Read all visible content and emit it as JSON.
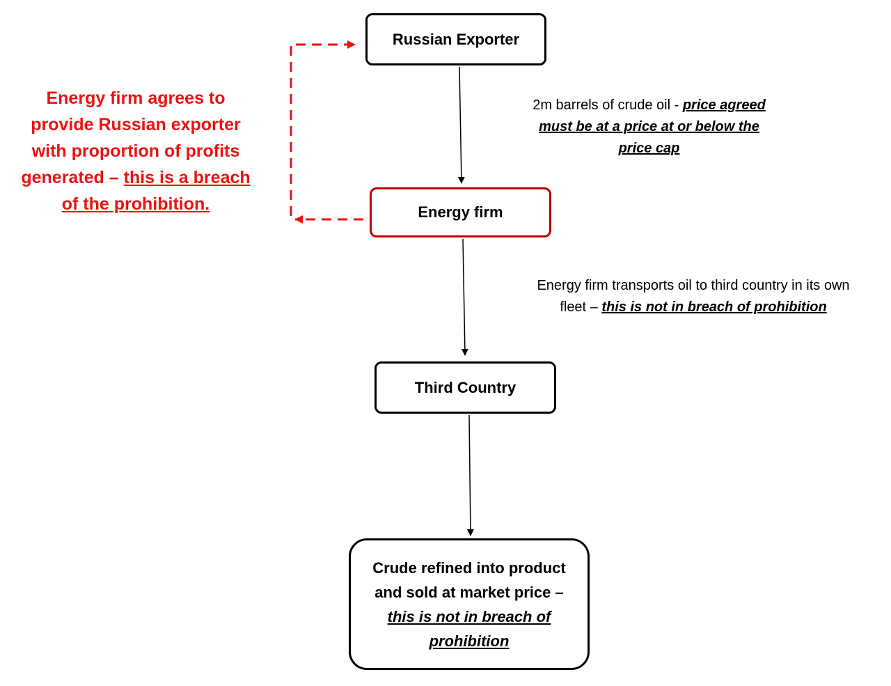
{
  "nodes": {
    "russian_exporter": "Russian Exporter",
    "energy_firm": "Energy firm",
    "third_country": "Third Country",
    "crude_refined": {
      "text": "Crude refined into product and sold at market price – ",
      "emphasis": "this is not in breach of prohibition"
    }
  },
  "notes": {
    "price": {
      "text": "2m barrels of crude oil - ",
      "emphasis": "price agreed must be at a price at or below the price cap"
    },
    "transport": {
      "text": "Energy firm transports oil to third country in its own fleet – ",
      "emphasis": "this is not in breach of prohibition"
    },
    "breach": {
      "text": "Energy firm agrees to provide Russian exporter with proportion of profits generated – ",
      "emphasis": "this is a breach of the prohibition."
    }
  },
  "colors": {
    "breach_red": "#ee1111",
    "energy_firm_border": "#c00000"
  }
}
